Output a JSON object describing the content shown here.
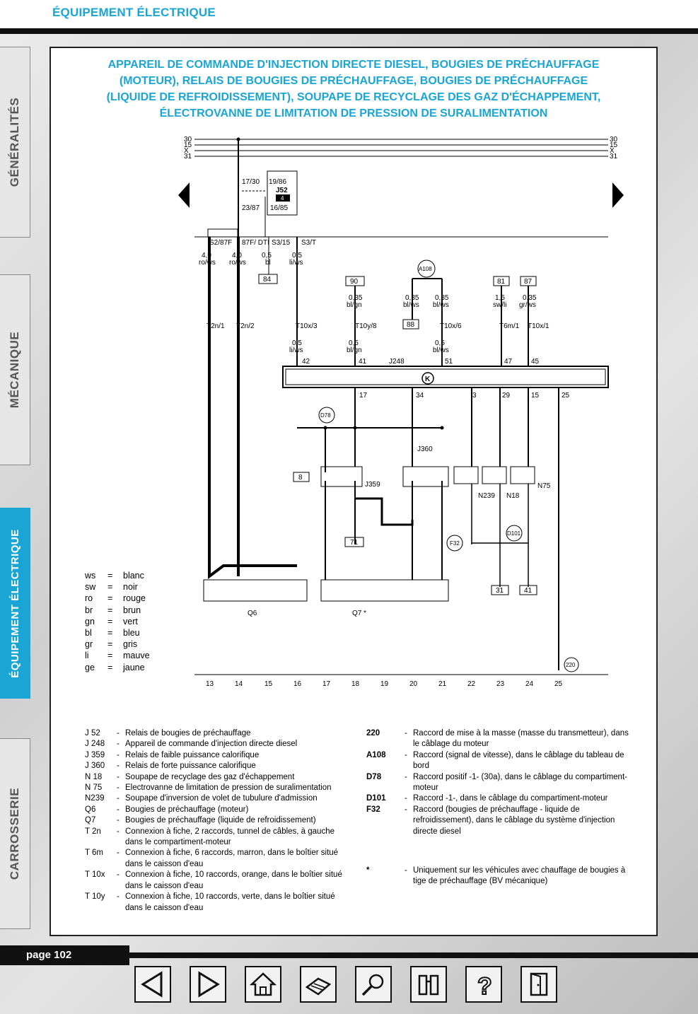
{
  "header": {
    "section_title": "ÉQUIPEMENT ÉLECTRIQUE"
  },
  "side_tabs": [
    "GÉNÉRALITÉS",
    "MÉCANIQUE",
    "ÉQUIPEMENT ÉLECTRIQUE",
    "CARROSSERIE"
  ],
  "heading_lines": [
    "APPAREIL DE COMMANDE D'INJECTION DIRECTE DIESEL, BOUGIES DE PRÉCHAUFFAGE",
    "(MOTEUR), RELAIS DE BOUGIES DE PRÉCHAUFFAGE, BOUGIES DE PRÉCHAUFFAGE",
    "(LIQUIDE DE REFROIDISSEMENT), SOUPAPE DE RECYCLAGE DES GAZ D'ÉCHAPPEMENT,",
    "ÉLECTROVANNE DE LIMITATION DE PRESSION DE SURALIMENTATION"
  ],
  "bus_labels": [
    "30",
    "15",
    "X",
    "31"
  ],
  "relay": {
    "code": "J52",
    "number": "4",
    "t1": "17/30",
    "t2": "19/86",
    "t3": "23/87",
    "t4": "16/85"
  },
  "relay_outputs": [
    "S2/87F",
    "87F/ DTI",
    "S3/15",
    "S3/T"
  ],
  "ecu": {
    "code": "J248",
    "symbol": "K"
  },
  "ecu_pins_top": [
    "42",
    "41",
    "51",
    "47",
    "45"
  ],
  "ecu_pins_bottom": [
    "17",
    "34",
    "3",
    "29",
    "15",
    "25"
  ],
  "wires": [
    {
      "size": "4,0",
      "color": "ro/ws"
    },
    {
      "size": "4,0",
      "color": "ro/ws"
    },
    {
      "size": "0,5",
      "color": "bl"
    },
    {
      "size": "0,5",
      "color": "li/ws"
    },
    {
      "size": "0,35",
      "color": "bl/gn"
    },
    {
      "size": "0,35",
      "color": "bl/ws"
    },
    {
      "size": "0,35",
      "color": "bl/ws"
    },
    {
      "size": "1,5",
      "color": "sw/li"
    },
    {
      "size": "0,35",
      "color": "gr/ws"
    }
  ],
  "connectors": [
    "T2n/1",
    "T2n/2",
    "T10x/3",
    "T10y/8",
    "T10x/6",
    "T6m/1",
    "T10x/1"
  ],
  "ref_boxes": [
    "84",
    "90",
    "88",
    "81",
    "87",
    "8",
    "71",
    "31",
    "41"
  ],
  "nodes": [
    "A108",
    "D78",
    "D101",
    "F32",
    "220"
  ],
  "components": [
    "J359",
    "J360",
    "N239",
    "N18",
    "N75",
    "Q6",
    "Q7 *"
  ],
  "bottom_numbers": [
    "13",
    "14",
    "15",
    "16",
    "17",
    "18",
    "19",
    "20",
    "21",
    "22",
    "23",
    "24",
    "25"
  ],
  "color_legend": [
    {
      "code": "ws",
      "name": "blanc"
    },
    {
      "code": "sw",
      "name": "noir"
    },
    {
      "code": "ro",
      "name": "rouge"
    },
    {
      "code": "br",
      "name": "brun"
    },
    {
      "code": "gn",
      "name": "vert"
    },
    {
      "code": "bl",
      "name": "bleu"
    },
    {
      "code": "gr",
      "name": "gris"
    },
    {
      "code": "li",
      "name": "mauve"
    },
    {
      "code": "ge",
      "name": "jaune"
    }
  ],
  "definitions_left": [
    {
      "code": "J 52",
      "text": "Relais de bougies de préchauffage"
    },
    {
      "code": "J 248",
      "text": "Appareil de commande d'injection directe diesel"
    },
    {
      "code": "J 359",
      "text": "Relais de faible puissance calorifique"
    },
    {
      "code": "J 360",
      "text": "Relais de forte puissance calorifique"
    },
    {
      "code": "N 18",
      "text": "Soupape de recyclage des gaz d'échappement"
    },
    {
      "code": "N 75",
      "text": "Electrovanne de limitation de pression de suralimentation"
    },
    {
      "code": "N239",
      "text": "Soupape d'inversion de volet de tubulure d'admission"
    },
    {
      "code": "Q6",
      "text": "Bougies de préchauffage (moteur)"
    },
    {
      "code": "Q7",
      "text": "Bougies de préchauffage (liquide de refroidissement)"
    },
    {
      "code": "T 2n",
      "text": "Connexion à fiche, 2 raccords, tunnel de câbles, à gauche dans le compartiment-moteur"
    },
    {
      "code": "T 6m",
      "text": "Connexion à fiche, 6 raccords, marron, dans le boîtier situé dans le caisson d'eau"
    },
    {
      "code": "T 10x",
      "text": "Connexion à fiche, 10 raccords, orange, dans le boîtier situé dans le caisson d'eau"
    },
    {
      "code": "T 10y",
      "text": "Connexion à fiche, 10 raccords, verte, dans le boîtier situé dans le caisson d'eau"
    }
  ],
  "definitions_right": [
    {
      "code": "220",
      "text": "Raccord de mise à la masse (masse du transmetteur), dans le câblage du moteur"
    },
    {
      "code": "A108",
      "text": "Raccord (signal de vitesse), dans le câblage du tableau de bord"
    },
    {
      "code": "D78",
      "text": "Raccord positif -1- (30a), dans le câblage du compartiment-moteur"
    },
    {
      "code": "D101",
      "text": "Raccord -1-, dans le câblage du compartiment-moteur"
    },
    {
      "code": "F32",
      "text": "Raccord (bougies de préchauffage - liquide de refroidissement), dans le câblage du système d'injection directe diesel"
    }
  ],
  "footnote": {
    "mark": "*",
    "text": "Uniquement sur les véhicules avec chauffage de bougies à tige de préchauffage (BV mécanique)"
  },
  "footer": {
    "page_label": "page 102"
  },
  "nav_buttons": [
    "previous-page",
    "next-page",
    "home",
    "print",
    "zoom",
    "search",
    "help",
    "exit"
  ],
  "colors": {
    "accent": "#19a6d4",
    "bar": "#111111"
  }
}
